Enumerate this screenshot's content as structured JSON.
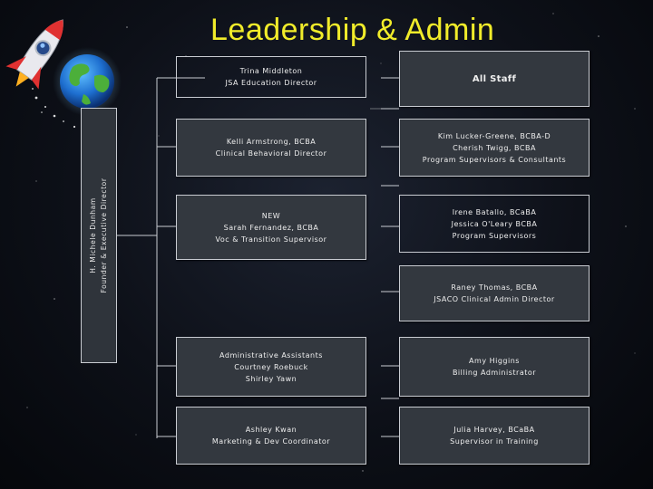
{
  "title": "Leadership & Admin",
  "founder": {
    "name": "H. Michele Dunham",
    "role": "Founder & Executive Director"
  },
  "left_column": [
    {
      "lines": [
        "Trina Middleton",
        "JSA Education Director"
      ]
    },
    {
      "lines": [
        "Kelli Armstrong, BCBA",
        "Clinical Behavioral Director"
      ]
    },
    {
      "lines": [
        "NEW",
        "Sarah Fernandez, BCBA",
        "Voc & Transition Supervisor"
      ]
    },
    {
      "lines": [
        "Administrative Assistants",
        "Courtney Roebuck",
        "Shirley Yawn"
      ]
    },
    {
      "lines": [
        "Ashley Kwan",
        "Marketing & Dev Coordinator"
      ]
    }
  ],
  "right_column": [
    {
      "lines": [
        "All Staff"
      ]
    },
    {
      "lines": [
        "Kim Lucker-Greene, BCBA-D",
        "Cherish Twigg, BCBA",
        "Program Supervisors & Consultants"
      ]
    },
    {
      "lines": [
        "Irene Batallo, BCaBA",
        "Jessica O'Leary BCBA",
        "Program Supervisors"
      ]
    },
    {
      "lines": [
        "Raney Thomas, BCBA",
        "JSACO Clinical Admin Director"
      ]
    },
    {
      "lines": [
        "Amy Higgins",
        "Billing Administrator"
      ]
    },
    {
      "lines": [
        "Julia Harvey, BCaBA",
        "Supervisor in Training"
      ]
    }
  ],
  "colors": {
    "title": "#f1ec2a",
    "box_fill": "#33383f",
    "box_border": "#c9ccd2",
    "line": "#c9ccd2"
  },
  "icons": [
    "rocket-icon",
    "globe-icon"
  ]
}
